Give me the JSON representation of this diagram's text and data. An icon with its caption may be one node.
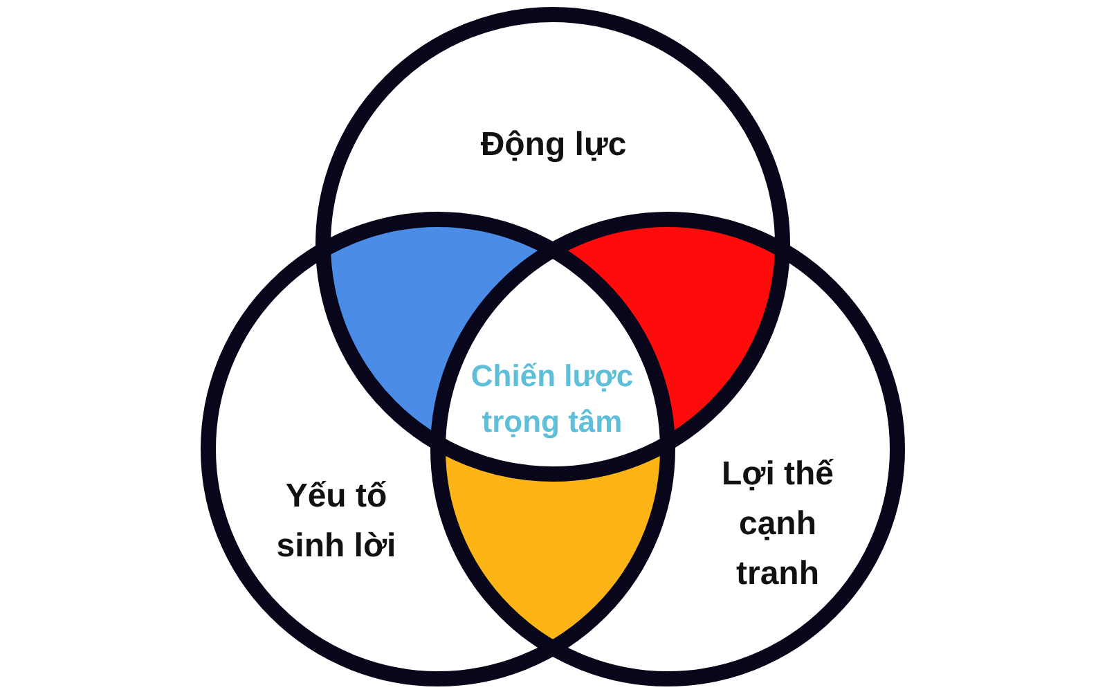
{
  "diagram": {
    "nodes": [
      {
        "text": [
          "Động lực"
        ]
      },
      {
        "text": [
          "Yếu tố sinh lời"
        ]
      },
      {
        "text": [
          "Lợi thế cạnh tranh"
        ]
      },
      {
        "text": [
          "Chiến lược trọng tâm"
        ]
      },
      {
        "text": [],
        "shape": "lens"
      },
      {
        "text": [],
        "shape": "lens"
      },
      {
        "text": [],
        "shape": "lens"
      }
    ]
  }
}
